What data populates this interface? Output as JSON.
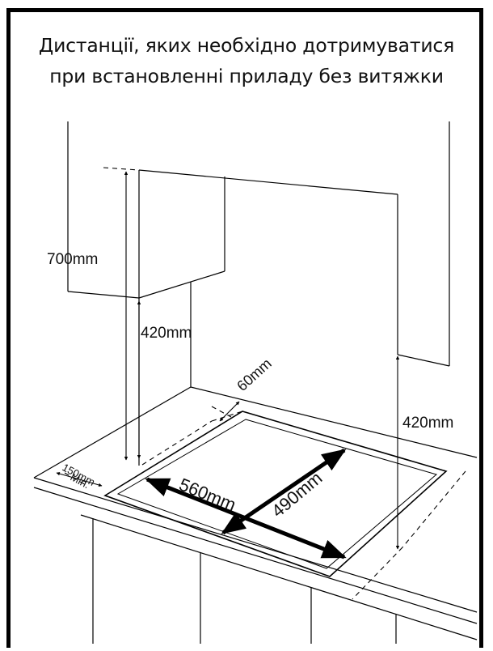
{
  "title": {
    "line1": "Дистанції, яких необхідно дотримуватися",
    "line2": "при встановленні приладу без витяжки"
  },
  "dimensions": {
    "cabinet_height": "700mm",
    "hob_to_cabinet": "420mm",
    "side_clearance": "420mm",
    "back_clearance": "60mm",
    "front_min": "150mm",
    "front_min_note": "Min.",
    "width": "560mm",
    "depth": "490mm"
  }
}
